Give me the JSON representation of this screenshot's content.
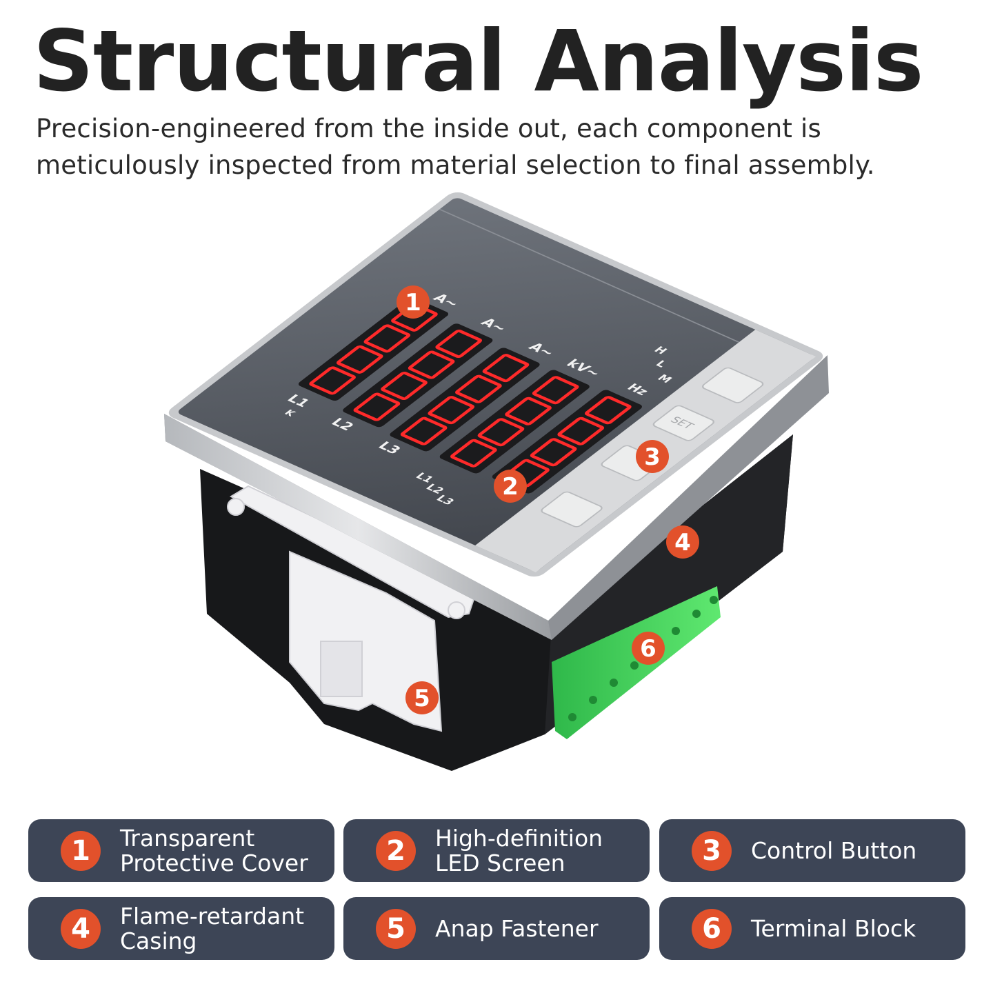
{
  "header": {
    "title": "Structural Analysis",
    "subtitle": "Precision-engineered from the inside out, each component is meticulously inspected from material selection to final assembly."
  },
  "device": {
    "callouts": [
      "1",
      "2",
      "3",
      "4",
      "5",
      "6"
    ],
    "labels": {
      "l1": "L1",
      "l2": "L2",
      "l3": "L3",
      "k": "K",
      "a": "A~",
      "kv": "kV~",
      "hz": "Hz",
      "h": "H",
      "l": "L",
      "m": "M",
      "phase_l1": "L1",
      "phase_l2": "L2",
      "phase_l3": "L3",
      "set": "SET"
    }
  },
  "components": [
    {
      "number": "1",
      "label_line1": "Transparent",
      "label_line2": "Protective Cover"
    },
    {
      "number": "2",
      "label_line1": "High-definition",
      "label_line2": "LED Screen"
    },
    {
      "number": "3",
      "label_line1": "Control Button",
      "label_line2": ""
    },
    {
      "number": "4",
      "label_line1": "Flame-retardant",
      "label_line2": "Casing"
    },
    {
      "number": "5",
      "label_line1": "Anap Fastener",
      "label_line2": ""
    },
    {
      "number": "6",
      "label_line1": "Terminal Block",
      "label_line2": ""
    }
  ],
  "colors": {
    "card_bg": "#3d4556",
    "badge": "#e2512b",
    "led": "#ff2a2a",
    "terminal": "#3fd45a"
  }
}
